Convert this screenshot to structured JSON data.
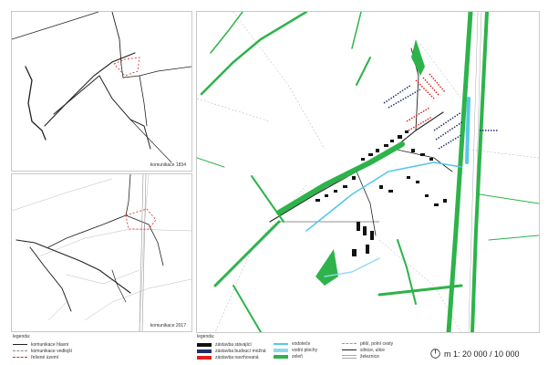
{
  "panels": {
    "map_1834": {
      "caption": "komunikace 1834"
    },
    "map_2017": {
      "caption": "komunikace 2017"
    }
  },
  "legend_left": {
    "title": "legenda:",
    "items": [
      {
        "label": "komunikace hlavní",
        "style": "solid",
        "color": "#222222"
      },
      {
        "label": "komunikace vedlejší",
        "style": "dashed",
        "color": "#888888"
      },
      {
        "label": "řešené území",
        "style": "dashed",
        "color": "#e02020"
      }
    ]
  },
  "legend_main": {
    "title": "legenda:",
    "col1": [
      {
        "label": "zástavba stávající",
        "color": "#111111"
      },
      {
        "label": "zástavba budoucí možná",
        "color": "#1f2f6b"
      },
      {
        "label": "zástavba navrhovaná",
        "color": "#e02020"
      }
    ],
    "col2": [
      {
        "label": "vodoteče",
        "color": "#57c8e8"
      },
      {
        "label": "vodní plochy",
        "color": "#8fd8f0"
      },
      {
        "label": "zeleň",
        "color": "#2db34a"
      }
    ],
    "col3": [
      {
        "label": "pěší, polní cesty",
        "style": "dashed",
        "color": "#999999"
      },
      {
        "label": "silnice, ulice",
        "style": "solid",
        "color": "#222222"
      },
      {
        "label": "železnice",
        "style": "double",
        "color": "#aaaaaa"
      }
    ]
  },
  "scale": {
    "text": "m  1: 20 000 / 10 000",
    "icon": "north-arrow-icon"
  }
}
